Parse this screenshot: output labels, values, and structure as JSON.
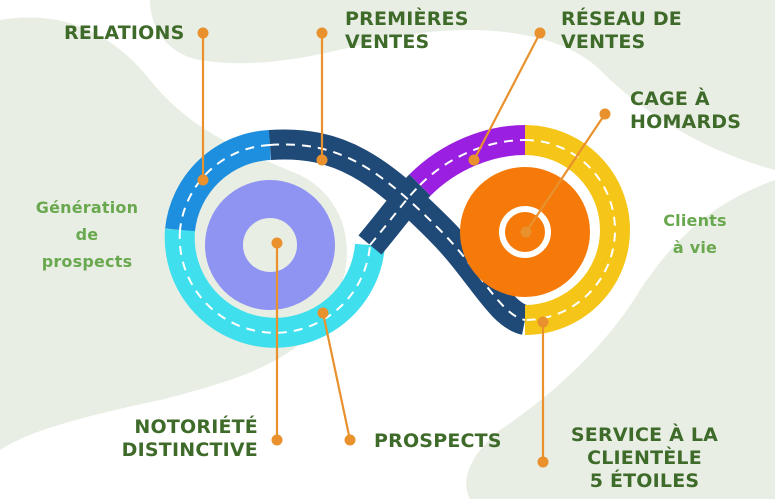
{
  "colors": {
    "background_blob": "#e8eee3",
    "label_dark": "#3f6b2a",
    "label_light": "#6aa84f",
    "connector": "#e8912d",
    "road_navy": "#1f4a78",
    "road_blue": "#1e8fde",
    "road_cyan": "#3fdfee",
    "road_lavender": "#8f93f2",
    "road_purple": "#9a1fe0",
    "road_yellow": "#f5c518",
    "road_orange": "#f57a0a",
    "dash": "#ffffff"
  },
  "labels": {
    "relations": "RELATIONS",
    "premieres_ventes": [
      "PREMIÈRES",
      "VENTES"
    ],
    "reseau_de_ventes": [
      "RÉSEAU DE",
      "VENTES"
    ],
    "cage_a_homards": [
      "CAGE À",
      "HOMARDS"
    ],
    "generation_de_prospects": [
      "Génération",
      "de",
      "prospects"
    ],
    "clients_a_vie": [
      "Clients",
      "à vie"
    ],
    "notoriete_distinctive": [
      "NOTORIÉTÉ",
      "DISTINCTIVE"
    ],
    "prospects": "PROSPECTS",
    "service_a_la_clientele": [
      "SERVICE À LA",
      "CLIENTÈLE",
      "5 ÉTOILES"
    ]
  }
}
